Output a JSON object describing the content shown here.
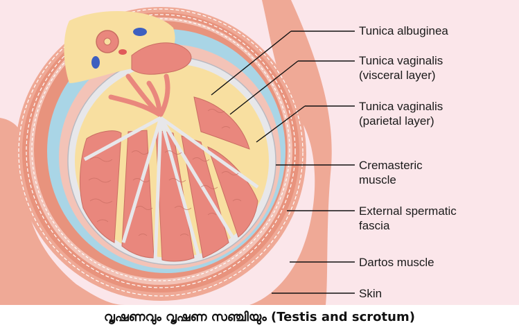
{
  "labels": {
    "tunica_albuginea": "Tunica albuginea",
    "tunica_vaginalis_visceral_1": "Tunica vaginalis",
    "tunica_vaginalis_visceral_2": "(visceral layer)",
    "tunica_vaginalis_parietal_1": "Tunica vaginalis",
    "tunica_vaginalis_parietal_2": "(parietal layer)",
    "cremasteric_1": "Cremasteric",
    "cremasteric_2": "muscle",
    "external_spermatic_1": "External spermatic",
    "external_spermatic_2": "fascia",
    "dartos": "Dartos muscle",
    "skin": "Skin"
  },
  "caption": "വൃഷണവും വൃഷണ സഞ്ചിയും (Testis and scrotum)",
  "colors": {
    "background": "#fbe6ea",
    "skin": "#efa996",
    "muscle": "#e8937d",
    "fascia": "#f3c3b7",
    "vaginalis": "#a9d5e6",
    "fat": "#f8dfa0",
    "tubule": "#e9877d",
    "septum": "#efeeee",
    "vein": "#3d5fc0",
    "leader": "#111111"
  }
}
